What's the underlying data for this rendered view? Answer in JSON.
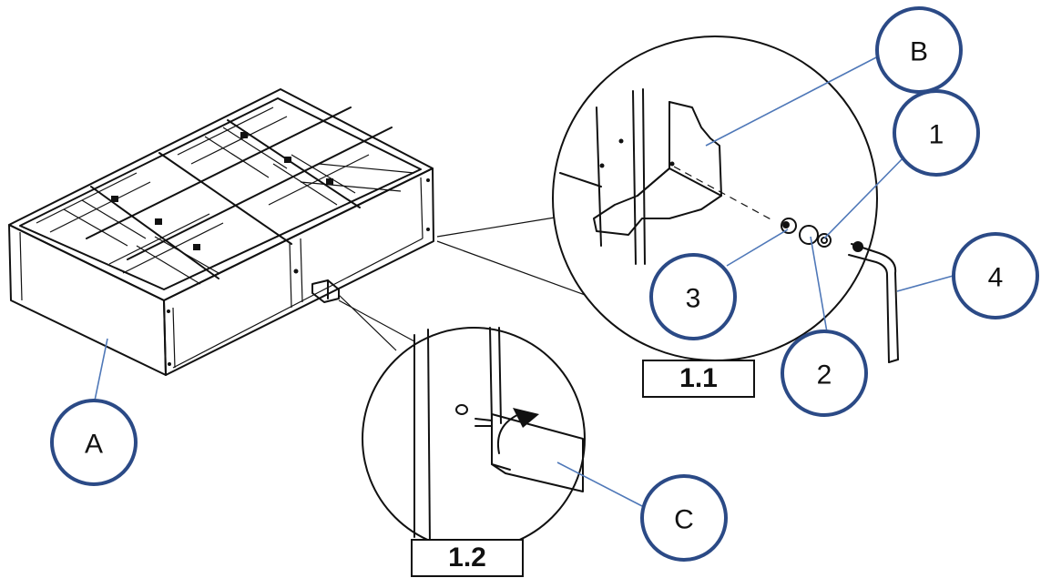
{
  "steps": {
    "detail_1_1": "1.1",
    "detail_1_2": "1.2"
  },
  "callouts": {
    "A": "A",
    "B": "B",
    "C": "C",
    "one": "1",
    "two": "2",
    "three": "3",
    "four": "4"
  },
  "colors": {
    "callout_border": "#2b4a86",
    "leader_line": "#4f78b8",
    "ink": "#111111"
  }
}
